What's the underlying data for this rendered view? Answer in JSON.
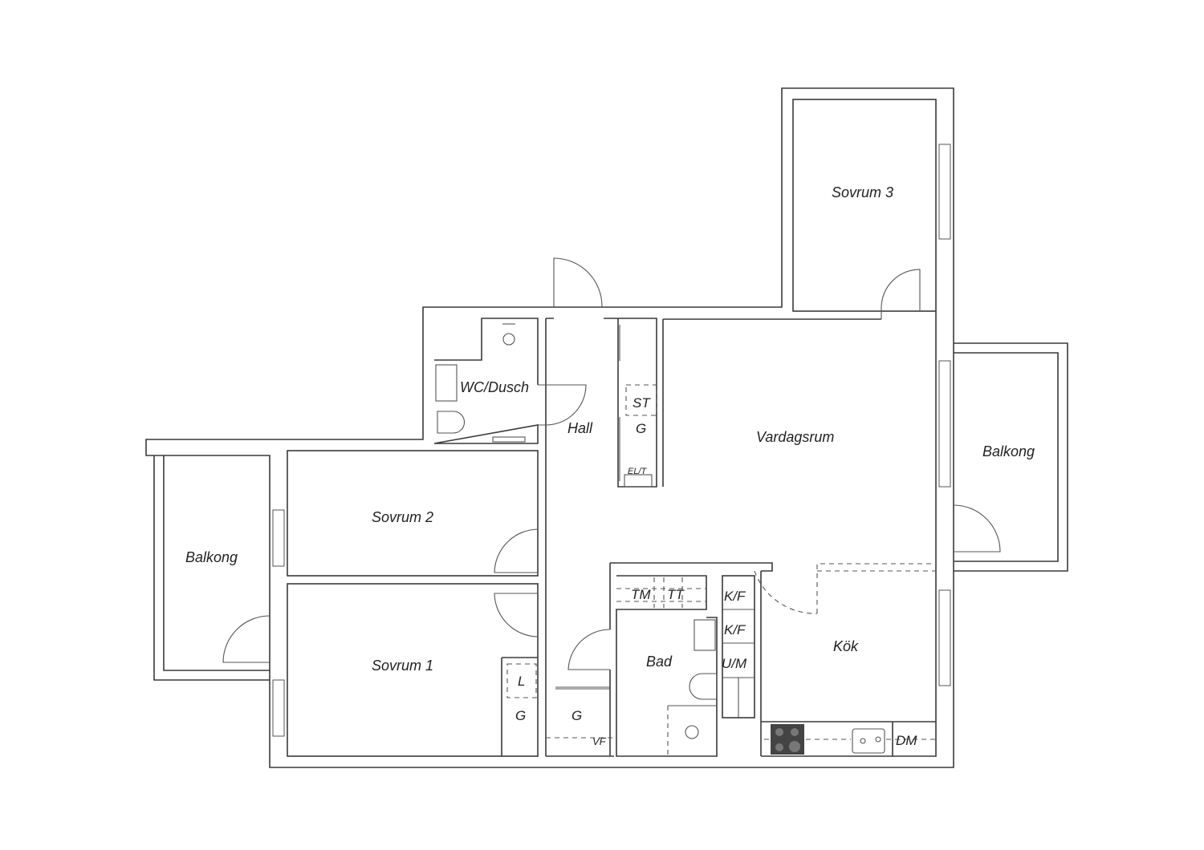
{
  "rooms": {
    "sovrum3": "Sovrum 3",
    "wc_dusch": "WC/Dusch",
    "hall": "Hall",
    "vardagsrum": "Vardagsrum",
    "balkong_right": "Balkong",
    "balkong_left": "Balkong",
    "sovrum2": "Sovrum 2",
    "sovrum1": "Sovrum 1",
    "bad": "Bad",
    "kok": "Kök"
  },
  "fixtures": {
    "st": "ST",
    "hall_g": "G",
    "el_t": "EL/T",
    "sovrum1_l": "L",
    "sovrum1_g": "G",
    "closet_g": "G",
    "vf": "VF",
    "tm": "TM",
    "tt": "TT",
    "kf1": "K/F",
    "kf2": "K/F",
    "um": "U/M",
    "dm": "DM"
  }
}
